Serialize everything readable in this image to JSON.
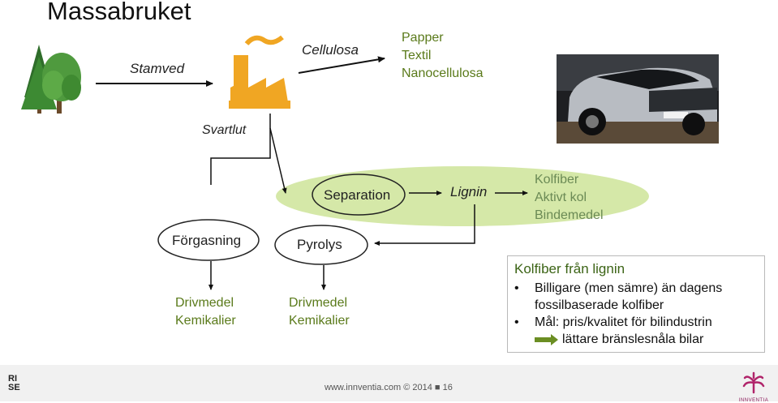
{
  "title": "Massabruket",
  "flow": {
    "stamved": "Stamved",
    "cellulosa": "Cellulosa",
    "products_top": [
      "Papper",
      "Textil",
      "Nanocellulosa"
    ],
    "svartlut": "Svartlut",
    "separation": "Separation",
    "lignin": "Lignin",
    "lignin_products": [
      "Kolfiber",
      "Aktivt kol",
      "Bindemedel"
    ],
    "forgasning": "Förgasning",
    "pyrolys": "Pyrolys",
    "forgasning_products": [
      "Drivmedel",
      "Kemikalier"
    ],
    "pyrolys_products": [
      "Drivmedel",
      "Kemikalier"
    ]
  },
  "infobox": {
    "title": "Kolfiber från lignin",
    "bullets": [
      "Billigare (men sämre) än dagens",
      "fossilbaserade kolfiber",
      "Mål: pris/kvalitet för bilindustrin"
    ],
    "arrow_text": "lättare bränslesnåla bilar"
  },
  "footer": {
    "text": "www.innventia.com © 2014 ■ 16",
    "rise_logo": "RISE",
    "innventia_logo": "INNVENTIA"
  },
  "colors": {
    "accent_green": "#d5e8a8",
    "arrow_olive": "#6b8e23",
    "factory_orange": "#f0a623"
  },
  "icons": [
    "tree-icon",
    "factory-icon",
    "car-image"
  ]
}
